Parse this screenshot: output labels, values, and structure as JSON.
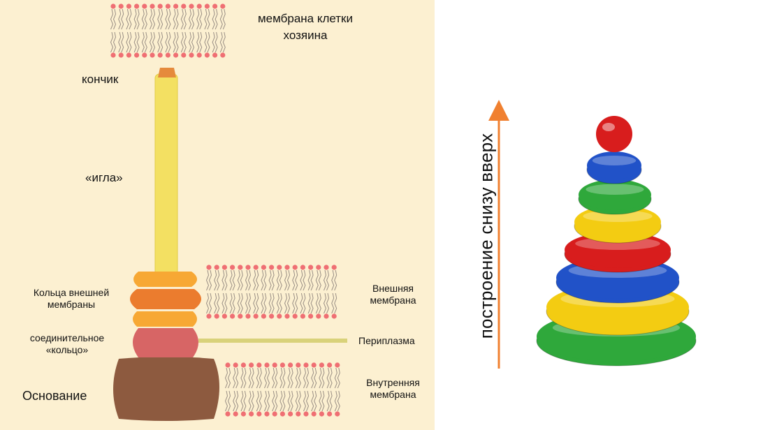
{
  "diagram": {
    "labels": {
      "host_membrane": "мембрана клетки\nхозяина",
      "tip": "кончик",
      "needle": "«игла»",
      "outer_rings": "Кольца внешней\nмембраны",
      "connector_ring": "соединительное\n«кольцо»",
      "base": "Основание",
      "outer_membrane": "Внешняя\nмембрана",
      "periplasm": "Периплазма",
      "inner_membrane": "Внутренняя\nмембрана"
    },
    "colors": {
      "background": "#fcf0d1",
      "needle": "#f3e062",
      "tip": "#e58a3c",
      "ring_light": "#f7a834",
      "ring_dark": "#eb7c2e",
      "connector": "#d76565",
      "base": "#8d5a3f",
      "lipid_head": "#ef6f73",
      "lipid_tail": "#9a8f85",
      "periplasm_line": "#d9d27a"
    }
  },
  "toy": {
    "caption": "построение снизу вверх",
    "arrow_color": "#f08030",
    "ring_colors": [
      "#2fa83b",
      "#f3cc12",
      "#2152c8",
      "#d81d1d",
      "#f3cc12",
      "#2fa83b",
      "#2152c8"
    ],
    "ball_color": "#d81d1d"
  }
}
